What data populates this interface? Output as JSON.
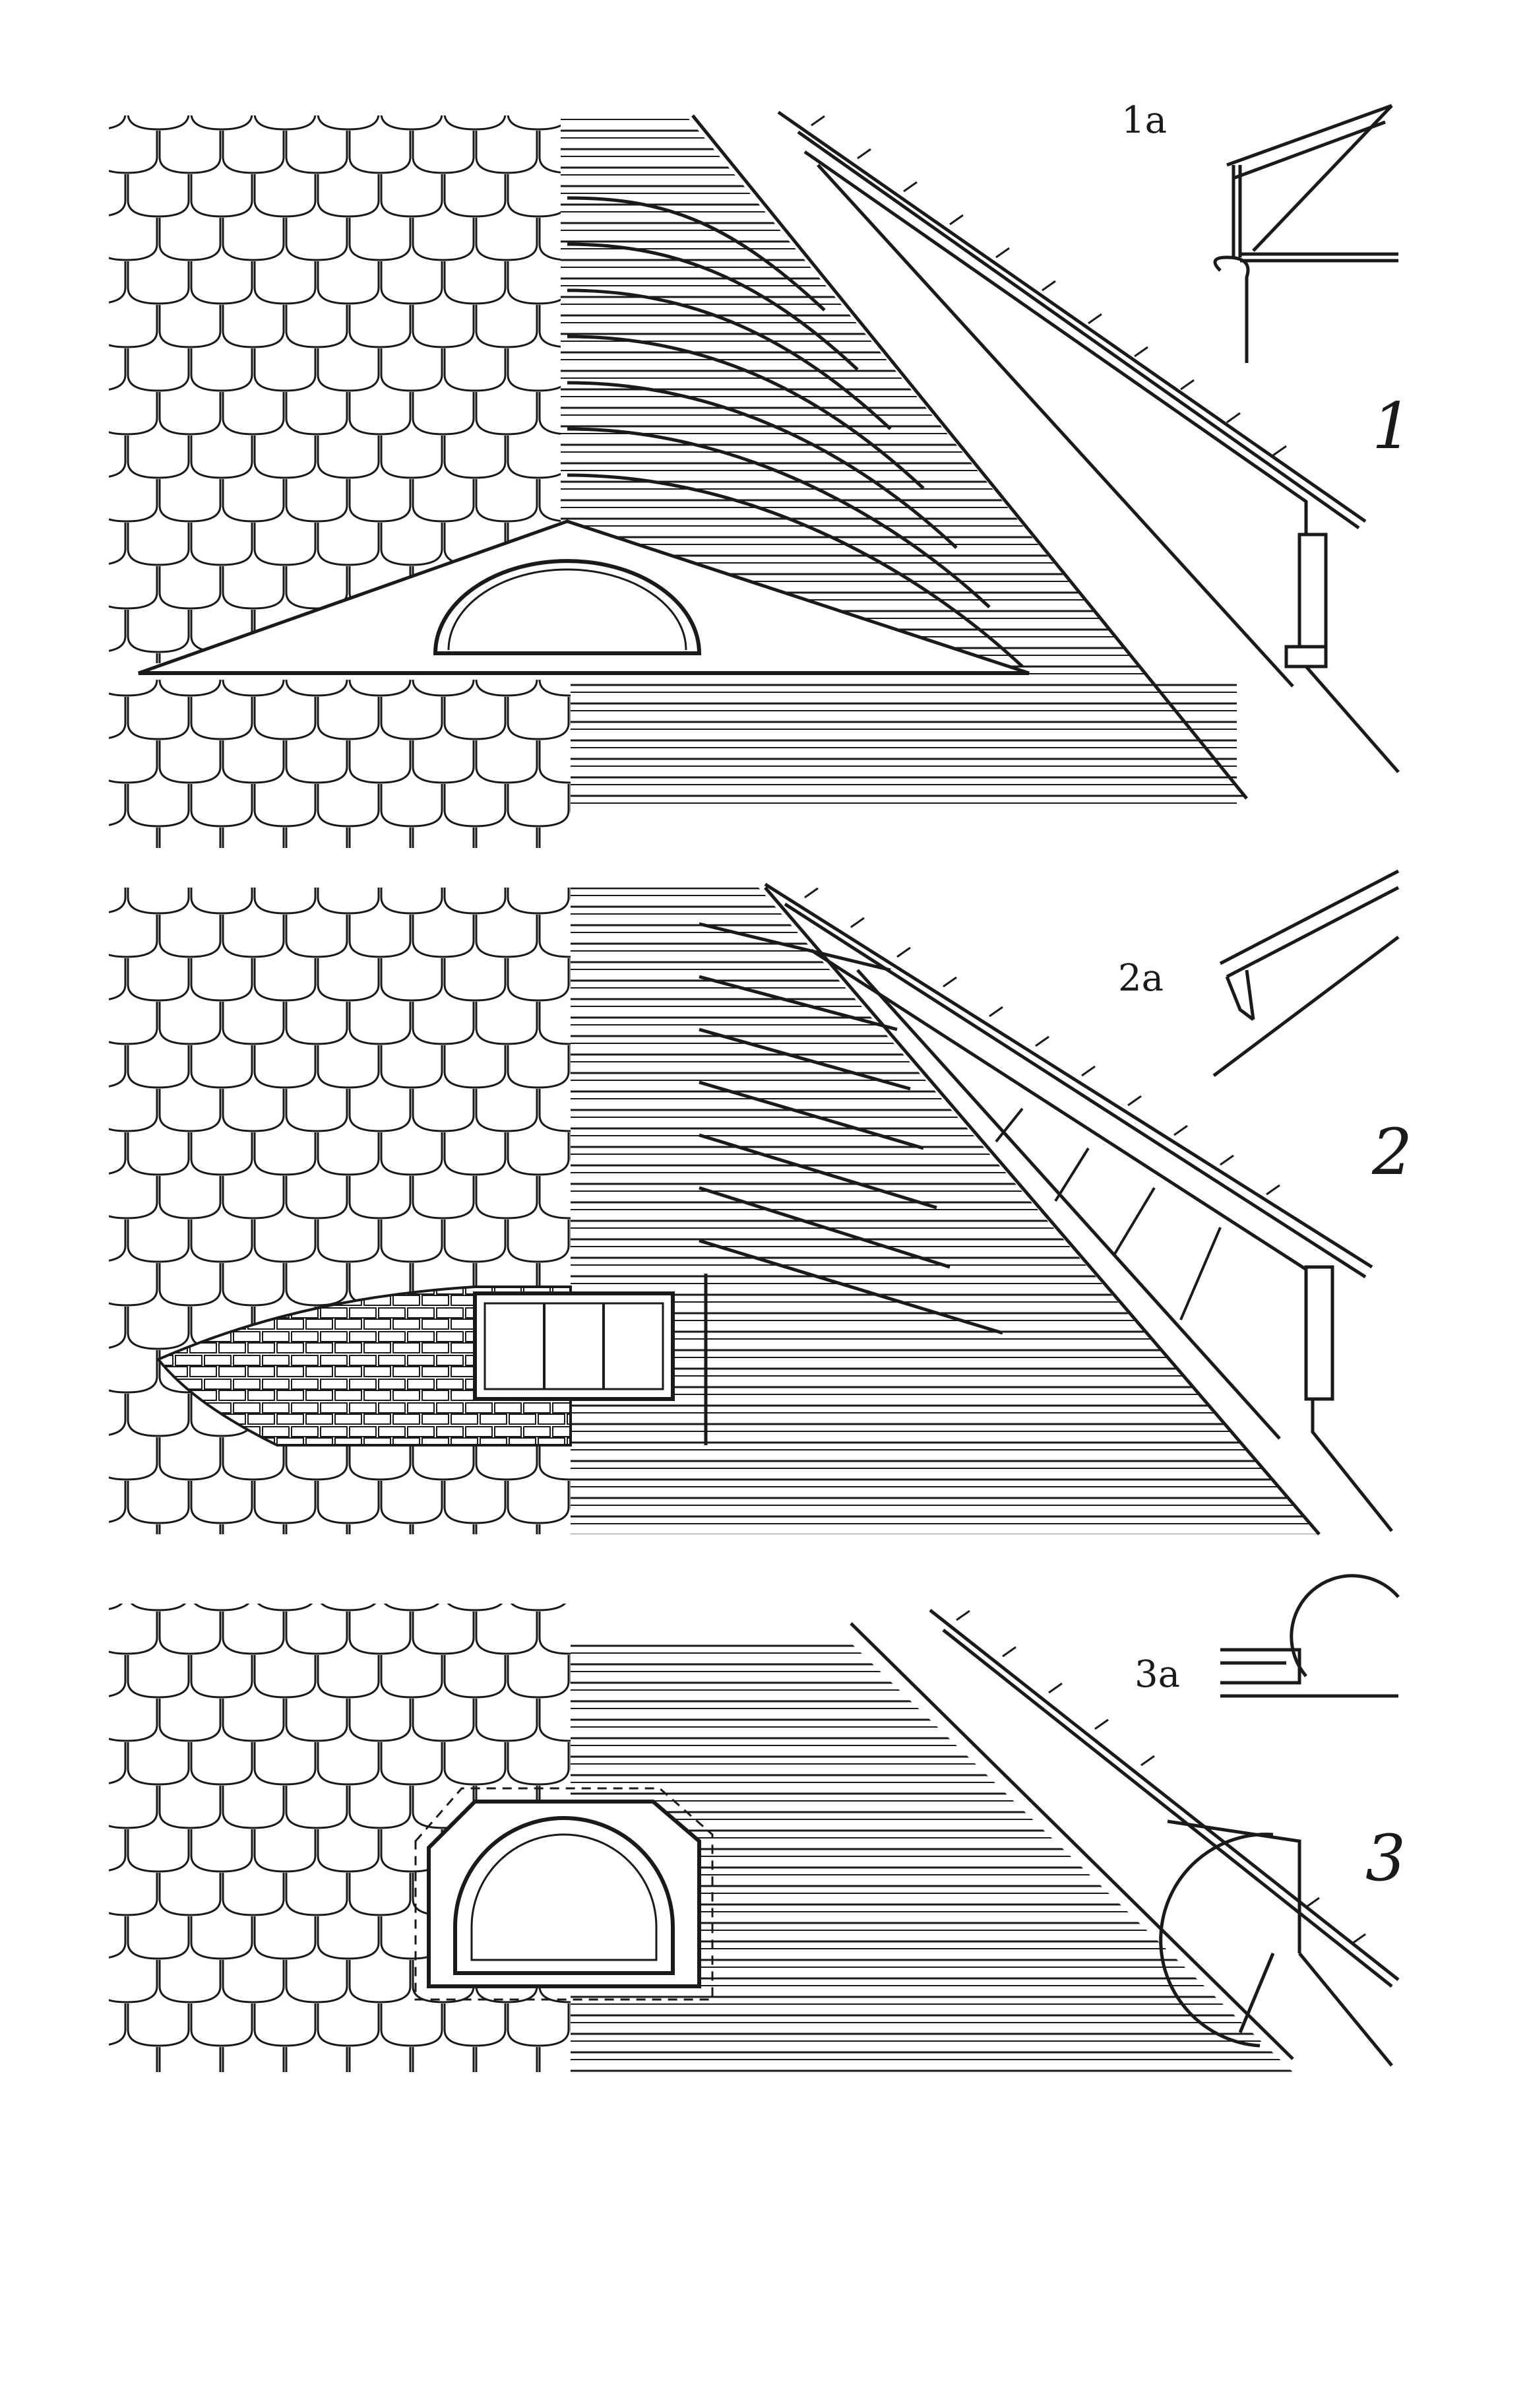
{
  "plate": {
    "ink_color": "#1a1a1a",
    "paper_color": "#ffffff",
    "labels": {
      "fig1": "1",
      "fig1a": "1a",
      "fig2": "2",
      "fig2a": "2a",
      "fig3": "3",
      "fig3a": "3a"
    }
  }
}
